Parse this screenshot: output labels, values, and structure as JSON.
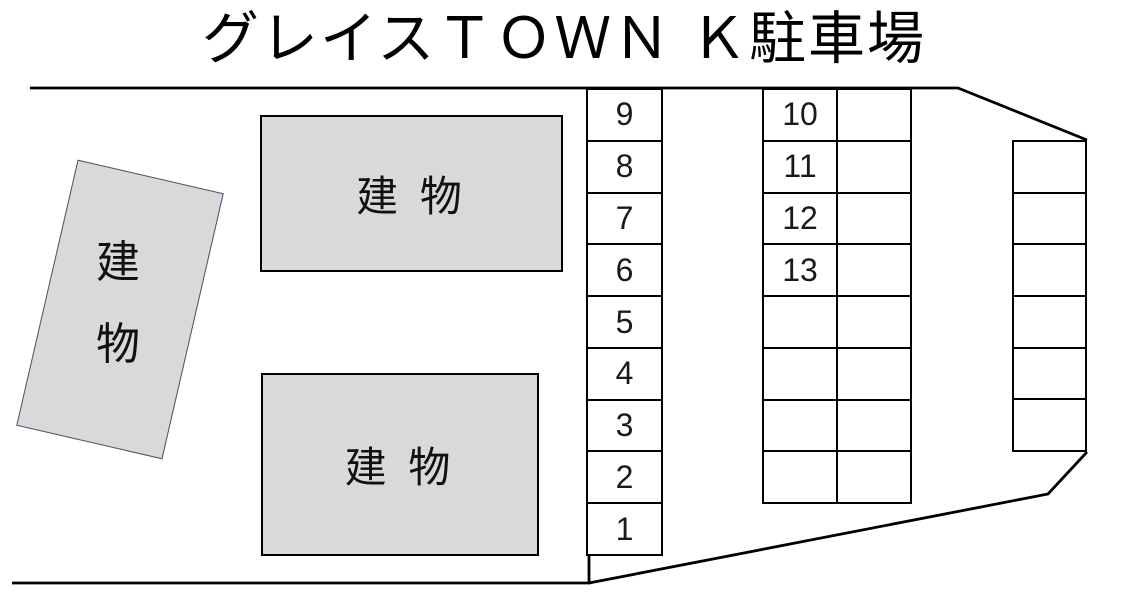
{
  "title": "グレイスＴＯＷＮ Ｋ駐車場",
  "buildings": {
    "rotated": {
      "label_line1": "建",
      "label_line2": "物"
    },
    "upper": {
      "label": "建 物"
    },
    "lower": {
      "label": "建 物"
    }
  },
  "parking": {
    "left_column": {
      "cells": [
        "9",
        "8",
        "7",
        "6",
        "5",
        "4",
        "3",
        "2",
        "1"
      ]
    },
    "middle_block": {
      "left_cells": [
        "10",
        "11",
        "12",
        "13",
        "",
        "",
        "",
        ""
      ],
      "right_cells": [
        "",
        "",
        "",
        "",
        "",
        "",
        "",
        ""
      ]
    },
    "right_column": {
      "cells": [
        "",
        "",
        "",
        "",
        "",
        ""
      ]
    }
  },
  "colors": {
    "building_fill": "#d9d9d9",
    "building_border": "#000000",
    "rotated_building_border": "#44546a",
    "line_color": "#000000",
    "background": "#ffffff"
  }
}
